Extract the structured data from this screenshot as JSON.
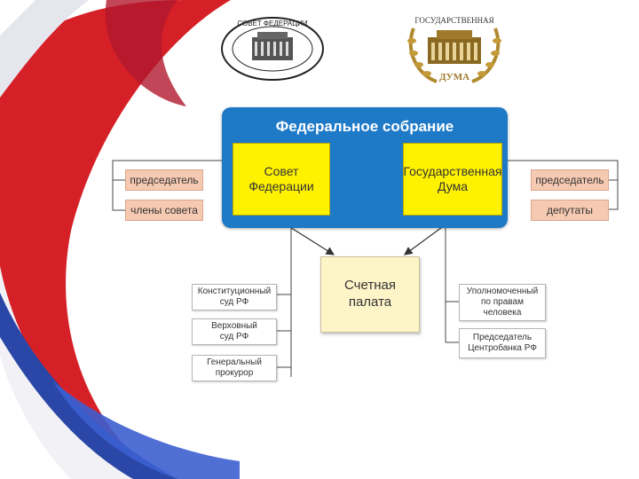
{
  "logos": {
    "left_emblem": "СОВЕТ ФЕДЕРАЦИИ",
    "right_emblem_top": "ГОСУДАРСТВЕННАЯ",
    "right_emblem_bottom": "ДУМА"
  },
  "federal_assembly": {
    "title": "Федеральное собрание",
    "council": "Совет\nФедерации",
    "duma": "Государственная\nДума"
  },
  "council_side": [
    "председатель",
    "члены совета"
  ],
  "duma_side": [
    "председатель",
    "депутаты"
  ],
  "accounts_chamber": "Счетная\nпалата",
  "council_appoints": [
    "Конституционный\nсуд РФ",
    "Верховный\nсуд РФ",
    "Генеральный\nпрокурор"
  ],
  "duma_appoints": [
    "Уполномоченный\nпо правам\nчеловека",
    "Председатель\nЦентробанка РФ"
  ],
  "colors": {
    "assembly_blue": "#1e79c7",
    "chamber_yellow": "#fff200",
    "role_pink": "#f6c9b2",
    "audit_cream": "#fdf4c8",
    "ribbon_red": "#d62027",
    "ribbon_blue": "#2a47a8"
  },
  "icons": [
    "federation-council-emblem",
    "state-duma-emblem"
  ]
}
